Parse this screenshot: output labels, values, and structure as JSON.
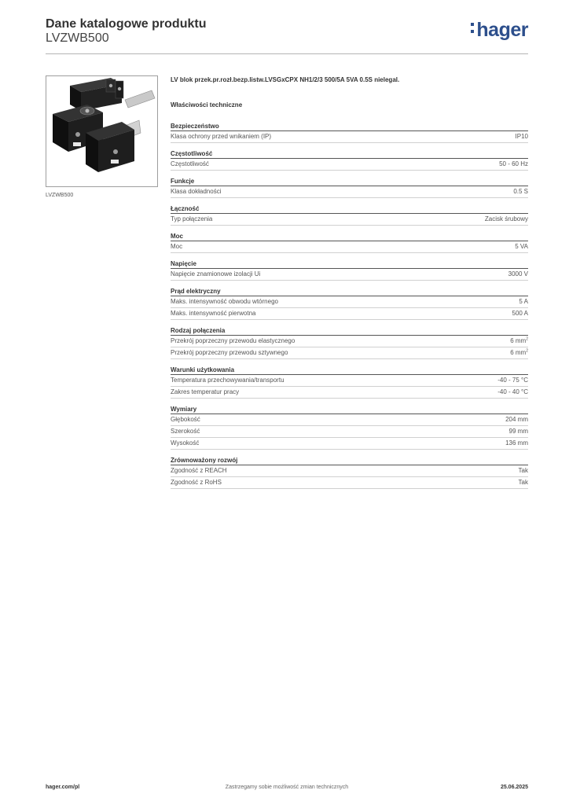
{
  "header": {
    "title": "Dane katalogowe produktu",
    "code": "LVZWB500",
    "logo": "hager",
    "brand_color": "#2d4f8c"
  },
  "image": {
    "caption": "LVZWB500"
  },
  "product": {
    "description": "LV blok przek.pr.rozł.bezp.listw.LVSGxCPX NH1/2/3 500/5A 5VA  0.5S nielegal.",
    "properties_heading": "Właściwości techniczne"
  },
  "groups": [
    {
      "title": "Bezpieczeństwo",
      "rows": [
        {
          "label": "Klasa ochrony przed wnikaniem (IP)",
          "value": "IP10"
        }
      ]
    },
    {
      "title": "Częstotliwość",
      "rows": [
        {
          "label": "Częstotliwość",
          "value": "50 - 60 Hz"
        }
      ]
    },
    {
      "title": "Funkcje",
      "rows": [
        {
          "label": "Klasa dokładności",
          "value": "0.5 S"
        }
      ]
    },
    {
      "title": "Łączność",
      "rows": [
        {
          "label": "Typ połączenia",
          "value": "Zacisk śrubowy"
        }
      ]
    },
    {
      "title": "Moc",
      "rows": [
        {
          "label": "Moc",
          "value": "5 VA"
        }
      ]
    },
    {
      "title": "Napięcie",
      "rows": [
        {
          "label": "Napięcie znamionowe izolacji Ui",
          "value": "3000 V"
        }
      ]
    },
    {
      "title": "Prąd elektryczny",
      "rows": [
        {
          "label": "Maks. intensywność obwodu wtórnego",
          "value": "5 A"
        },
        {
          "label": "Maks. intensywność pierwotna",
          "value": "500 A"
        }
      ]
    },
    {
      "title": "Rodzaj połączenia",
      "rows": [
        {
          "label": "Przekrój poprzeczny przewodu elastycznego",
          "value": "6 mm",
          "sup": "2"
        },
        {
          "label": "Przekrój poprzeczny przewodu sztywnego",
          "value": "6 mm",
          "sup": "2"
        }
      ]
    },
    {
      "title": "Warunki użytkowania",
      "rows": [
        {
          "label": "Temperatura przechowywania/transportu",
          "value": "-40 - 75 °C"
        },
        {
          "label": "Zakres temperatur pracy",
          "value": "-40 - 40 °C"
        }
      ]
    },
    {
      "title": "Wymiary",
      "rows": [
        {
          "label": "Głębokość",
          "value": "204 mm"
        },
        {
          "label": "Szerokość",
          "value": "99 mm"
        },
        {
          "label": "Wysokość",
          "value": "136 mm"
        }
      ]
    },
    {
      "title": "Zrównoważony rozwój",
      "rows": [
        {
          "label": "Zgodność z REACH",
          "value": "Tak"
        },
        {
          "label": "Zgodność z RoHS",
          "value": "Tak"
        }
      ]
    }
  ],
  "footer": {
    "website": "hager.com/pl",
    "notice": "Zastrzegamy sobie możliwość zmian technicznych",
    "date": "25.06.2025"
  }
}
